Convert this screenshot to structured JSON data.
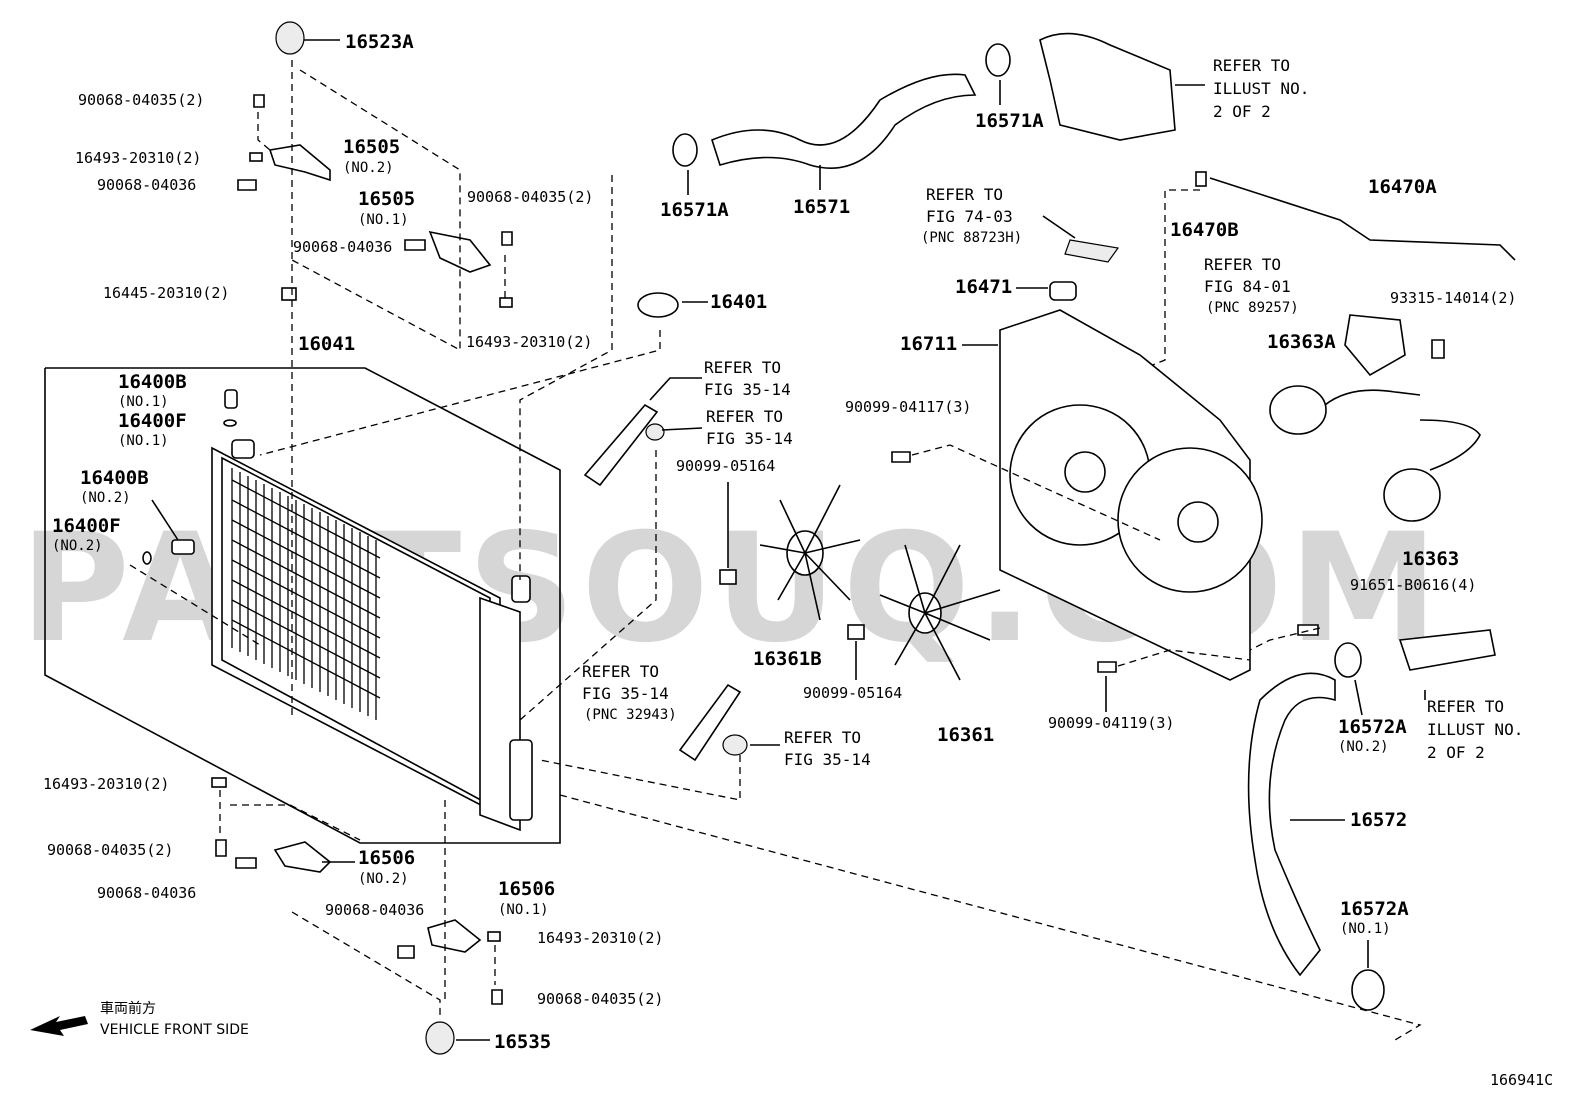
{
  "watermark": "PARTSOUQ.COM",
  "figure_code": "166941C",
  "direction": {
    "jp": "車両前方",
    "en": "VEHICLE FRONT SIDE"
  },
  "labels": {
    "p16523A": "16523A",
    "p90068_04035_2_a": "90068-04035(2)",
    "p16493_20310_2_a": "16493-20310(2)",
    "p90068_04036_a": "90068-04036",
    "p16505_no2": "16505",
    "p16505_no2_sub": "(NO.2)",
    "p16505_no1": "16505",
    "p16505_no1_sub": "(NO.1)",
    "p90068_04036_b": "90068-04036",
    "p90068_04035_2_b": "90068-04035(2)",
    "p16445_20310_2": "16445-20310(2)",
    "p16493_20310_2_b": "16493-20310(2)",
    "p16041": "16041",
    "p16400B_no1": "16400B",
    "p16400B_no1_sub": "(NO.1)",
    "p16400F_no1": "16400F",
    "p16400F_no1_sub": "(NO.1)",
    "p16400B_no2": "16400B",
    "p16400B_no2_sub": "(NO.2)",
    "p16400F_no2": "16400F",
    "p16400F_no2_sub": "(NO.2)",
    "p16401": "16401",
    "p16571A_a": "16571A",
    "p16571": "16571",
    "p16571A_b": "16571A",
    "ref_illust_top": [
      "REFER TO",
      "ILLUST NO.",
      "2 OF 2"
    ],
    "ref_fig7403": [
      "REFER TO",
      "FIG 74-03",
      "(PNC 88723H)"
    ],
    "p16470B": "16470B",
    "p16470A": "16470A",
    "ref_fig8401": [
      "REFER TO",
      "FIG 84-01",
      "(PNC 89257)"
    ],
    "p93315_14014_2": "93315-14014(2)",
    "p16471": "16471",
    "p16711": "16711",
    "p16363A": "16363A",
    "p90099_04117_3": "90099-04117(3)",
    "ref_fig3514_a": [
      "REFER TO",
      "FIG 35-14"
    ],
    "ref_fig3514_b": [
      "REFER TO",
      "FIG 35-14"
    ],
    "p90099_05164_a": "90099-05164",
    "p16363": "16363",
    "p91651_B0616_4": "91651-B0616(4)",
    "p16361B": "16361B",
    "p90099_05164_b": "90099-05164",
    "p16361": "16361",
    "ref_fig3514_pnc": [
      "REFER TO",
      "FIG 35-14",
      "(PNC 32943)"
    ],
    "ref_fig3514_c": [
      "REFER TO",
      "FIG 35-14"
    ],
    "p90099_04119_3": "90099-04119(3)",
    "p16572A_no2": "16572A",
    "p16572A_no2_sub": "(NO.2)",
    "ref_illust_right": [
      "REFER TO",
      "ILLUST NO.",
      "2 OF 2"
    ],
    "p16572": "16572",
    "p16493_20310_2_c": "16493-20310(2)",
    "p90068_04035_2_c": "90068-04035(2)",
    "p90068_04036_c": "90068-04036",
    "p16506_no2": "16506",
    "p16506_no2_sub": "(NO.2)",
    "p16506_no1": "16506",
    "p16506_no1_sub": "(NO.1)",
    "p90068_04036_d": "90068-04036",
    "p16493_20310_2_d": "16493-20310(2)",
    "p90068_04035_2_d": "90068-04035(2)",
    "p16535": "16535",
    "p16572A_no1": "16572A",
    "p16572A_no1_sub": "(NO.1)"
  }
}
